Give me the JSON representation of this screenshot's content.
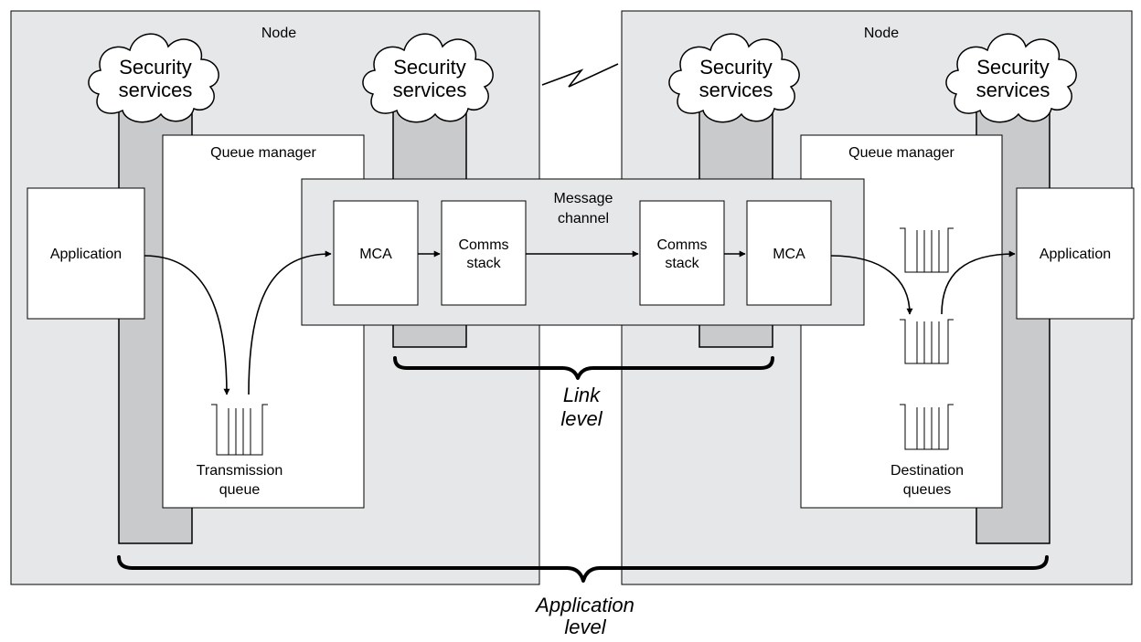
{
  "left_node": {
    "title": "Node",
    "queue_manager": "Queue manager",
    "application": "Application",
    "transmission_queue": [
      "Transmission",
      "queue"
    ],
    "security_outer": [
      "Security",
      "services"
    ],
    "security_inner": [
      "Security",
      "services"
    ],
    "mca": "MCA",
    "comms": [
      "Comms",
      "stack"
    ]
  },
  "right_node": {
    "title": "Node",
    "queue_manager": "Queue manager",
    "application": "Application",
    "destination_queues": [
      "Destination",
      "queues"
    ],
    "security_inner": [
      "Security",
      "services"
    ],
    "security_outer": [
      "Security",
      "services"
    ],
    "mca": "MCA",
    "comms": [
      "Comms",
      "stack"
    ]
  },
  "message_channel": [
    "Message",
    "channel"
  ],
  "link_level": [
    "Link",
    "level"
  ],
  "application_level": [
    "Application",
    "level"
  ]
}
